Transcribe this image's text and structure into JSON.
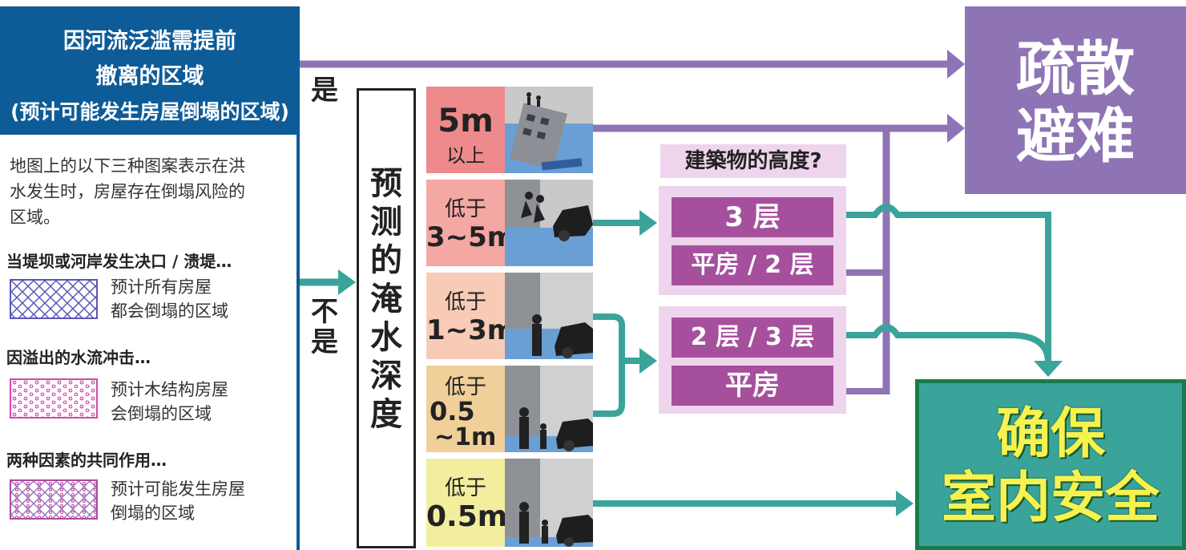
{
  "left_panel": {
    "title_line1": "因河流泛滥需提前",
    "title_line2": "撤离的区域",
    "title_line3": "(预计可能发生房屋倒塌的区域)",
    "description_line1": "地图上的以下三种图案表示在洪",
    "description_line2": "水发生时，房屋存在倒塌风险的",
    "description_line3": "区域。",
    "legend": [
      {
        "condition": "当堤坝或河岸发生决口 / 溃堤…",
        "line1": "预计所有房屋",
        "line2": "都会倒塌的区域",
        "pattern": "blue-crosshatch",
        "color": "#5a57b8"
      },
      {
        "condition": "因溢出的水流冲击…",
        "line1": "预计木结构房屋",
        "line2": "会倒塌的区域",
        "pattern": "pink-dots",
        "color": "#d04aa8"
      },
      {
        "condition": "两种因素的共同作用…",
        "line1": "预计可能发生房屋",
        "line2": "倒塌的区域",
        "pattern": "crosshatch-and-dots",
        "color": "#b0479e"
      }
    ]
  },
  "flow": {
    "yes_label": "是",
    "no_label_line1": "不",
    "no_label_line2": "是",
    "depth_title": [
      "预",
      "测",
      "的",
      "淹",
      "水",
      "深",
      "度"
    ]
  },
  "depth_rows": [
    {
      "line1": "5m",
      "line2": "以上",
      "bg": "#ee8a8b"
    },
    {
      "line1": "低于",
      "line2": "3~5m",
      "bg": "#f4a7a3"
    },
    {
      "line1": "低于",
      "line2": "1~3m",
      "bg": "#f8cbb6"
    },
    {
      "line1": "低于",
      "line2": "0.5",
      "line3": "~1m",
      "bg": "#f0cf98"
    },
    {
      "line1": "低于",
      "line2": "0.5m",
      "bg": "#f2ee9e"
    }
  ],
  "building_height": {
    "question": "建築物的高度?",
    "group1": [
      "3 层",
      "平房 / 2 层"
    ],
    "group2": [
      "2 层 / 3 层",
      "平房"
    ]
  },
  "outcomes": {
    "evacuate_line1": "疏散",
    "evacuate_line2": "避难",
    "shelter_line1": "确保",
    "shelter_line2": "室内安全"
  },
  "colors": {
    "header_blue": "#0d5c98",
    "purple_arrow": "#8e74b5",
    "teal_arrow": "#3aa49b",
    "option_box": "#a6509d",
    "option_group_bg": "#eed4ec",
    "evacuate": "#8e74b5",
    "shelter": "#3aa49b",
    "shelter_text": "#f7f24f"
  }
}
